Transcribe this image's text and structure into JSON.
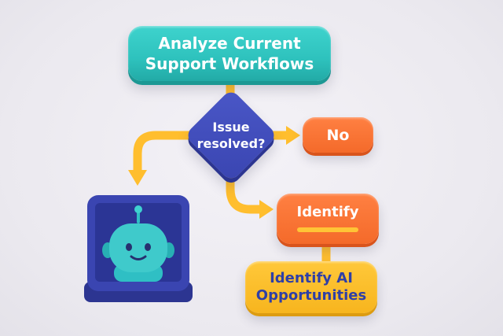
{
  "nodes": {
    "analyze": "Analyze Current Support Workflows",
    "decision": "Issue resolved?",
    "no": "No",
    "identify": "Identify",
    "opportunities": "Identify AI Opportunities"
  },
  "colors": {
    "teal": "#2ec2bd",
    "indigo": "#3a45b1",
    "orange": "#f46a2a",
    "yellow": "#f7b51e",
    "connector": "#ffbe2e",
    "robot": "#2fbfc4"
  },
  "icons": {
    "illustration": "robot-laptop-icon"
  }
}
